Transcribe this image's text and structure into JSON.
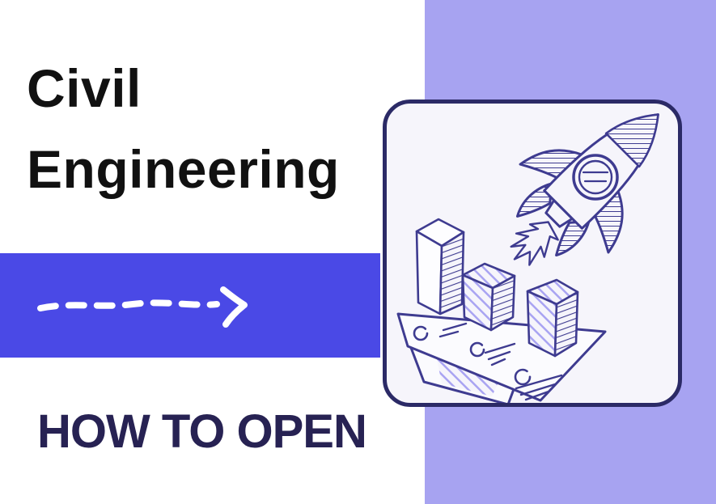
{
  "theme": {
    "page-bg": "#ffffff",
    "side-bg": "#a7a3f1",
    "band-bg": "#4a49e6",
    "ink": "#3e3b90",
    "card-border": "#2b2a66",
    "card-bg": "#f6f5fb",
    "subtitle-color": "#272253",
    "title-color": "#111111",
    "hatch-purple": "#a9a4f2",
    "arrow-color": "#ffffff"
  },
  "title": {
    "line1": "Civil",
    "line2": "Engineering"
  },
  "subtitle": {
    "text": "HOW TO OPEN"
  },
  "divider": {
    "style": "hand-drawn dashed arrow pointing right",
    "color": "#ffffff"
  },
  "card": {
    "illustration": "rocket launching over isometric 3D bar chart doodle on paper sheets",
    "elements": [
      "rocket with porthole window",
      "hatched nose cone and fins",
      "exhaust flame",
      "three 3D bar boxes",
      "two tilted paper sheets",
      "circle marks and speed lines"
    ]
  }
}
